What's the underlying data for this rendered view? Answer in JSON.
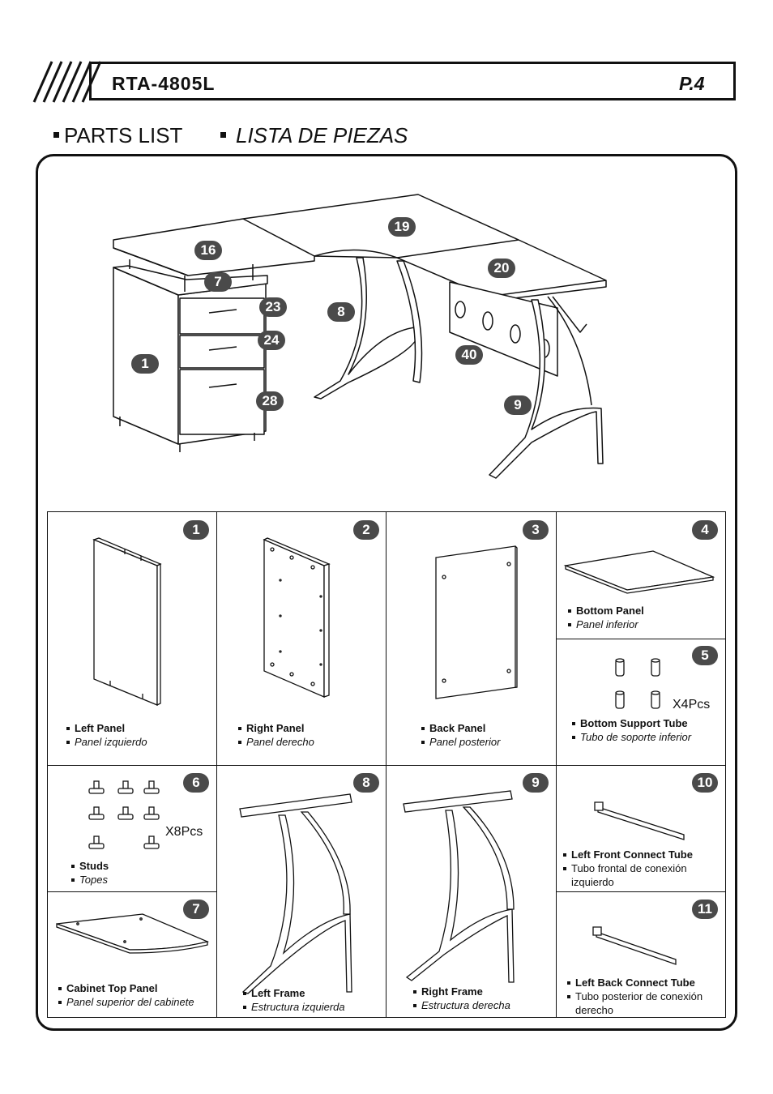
{
  "header": {
    "model": "RTA-4805L",
    "page": "P.4"
  },
  "titles": {
    "en": "PARTS LIST",
    "es": "LISTA DE PIEZAS"
  },
  "callouts": [
    "16",
    "7",
    "23",
    "24",
    "28",
    "1",
    "19",
    "8",
    "20",
    "40",
    "9"
  ],
  "parts": [
    {
      "num": "1",
      "en": "Left Panel",
      "es": "Panel izquierdo"
    },
    {
      "num": "2",
      "en": "Right Panel",
      "es": "Panel derecho"
    },
    {
      "num": "3",
      "en": "Back Panel",
      "es": "Panel posterior"
    },
    {
      "num": "4",
      "en": "Bottom Panel",
      "es": "Panel inferior"
    },
    {
      "num": "5",
      "en": "Bottom Support Tube",
      "es": "Tubo de soporte inferior",
      "qty": "X4Pcs"
    },
    {
      "num": "6",
      "en": "Studs",
      "es": "Topes",
      "qty": "X8Pcs"
    },
    {
      "num": "7",
      "en": "Cabinet Top Panel",
      "es": "Panel superior del cabinete"
    },
    {
      "num": "8",
      "en": "Left Frame",
      "es": "Estructura izquierda"
    },
    {
      "num": "9",
      "en": "Right Frame",
      "es": "Estructura derecha"
    },
    {
      "num": "10",
      "en": "Left Front Connect Tube",
      "es1": "Tubo frontal de conexión",
      "es2": "izquierdo"
    },
    {
      "num": "11",
      "en": "Left Back Connect Tube",
      "es1": "Tubo posterior de conexión",
      "es2": "derecho"
    }
  ]
}
